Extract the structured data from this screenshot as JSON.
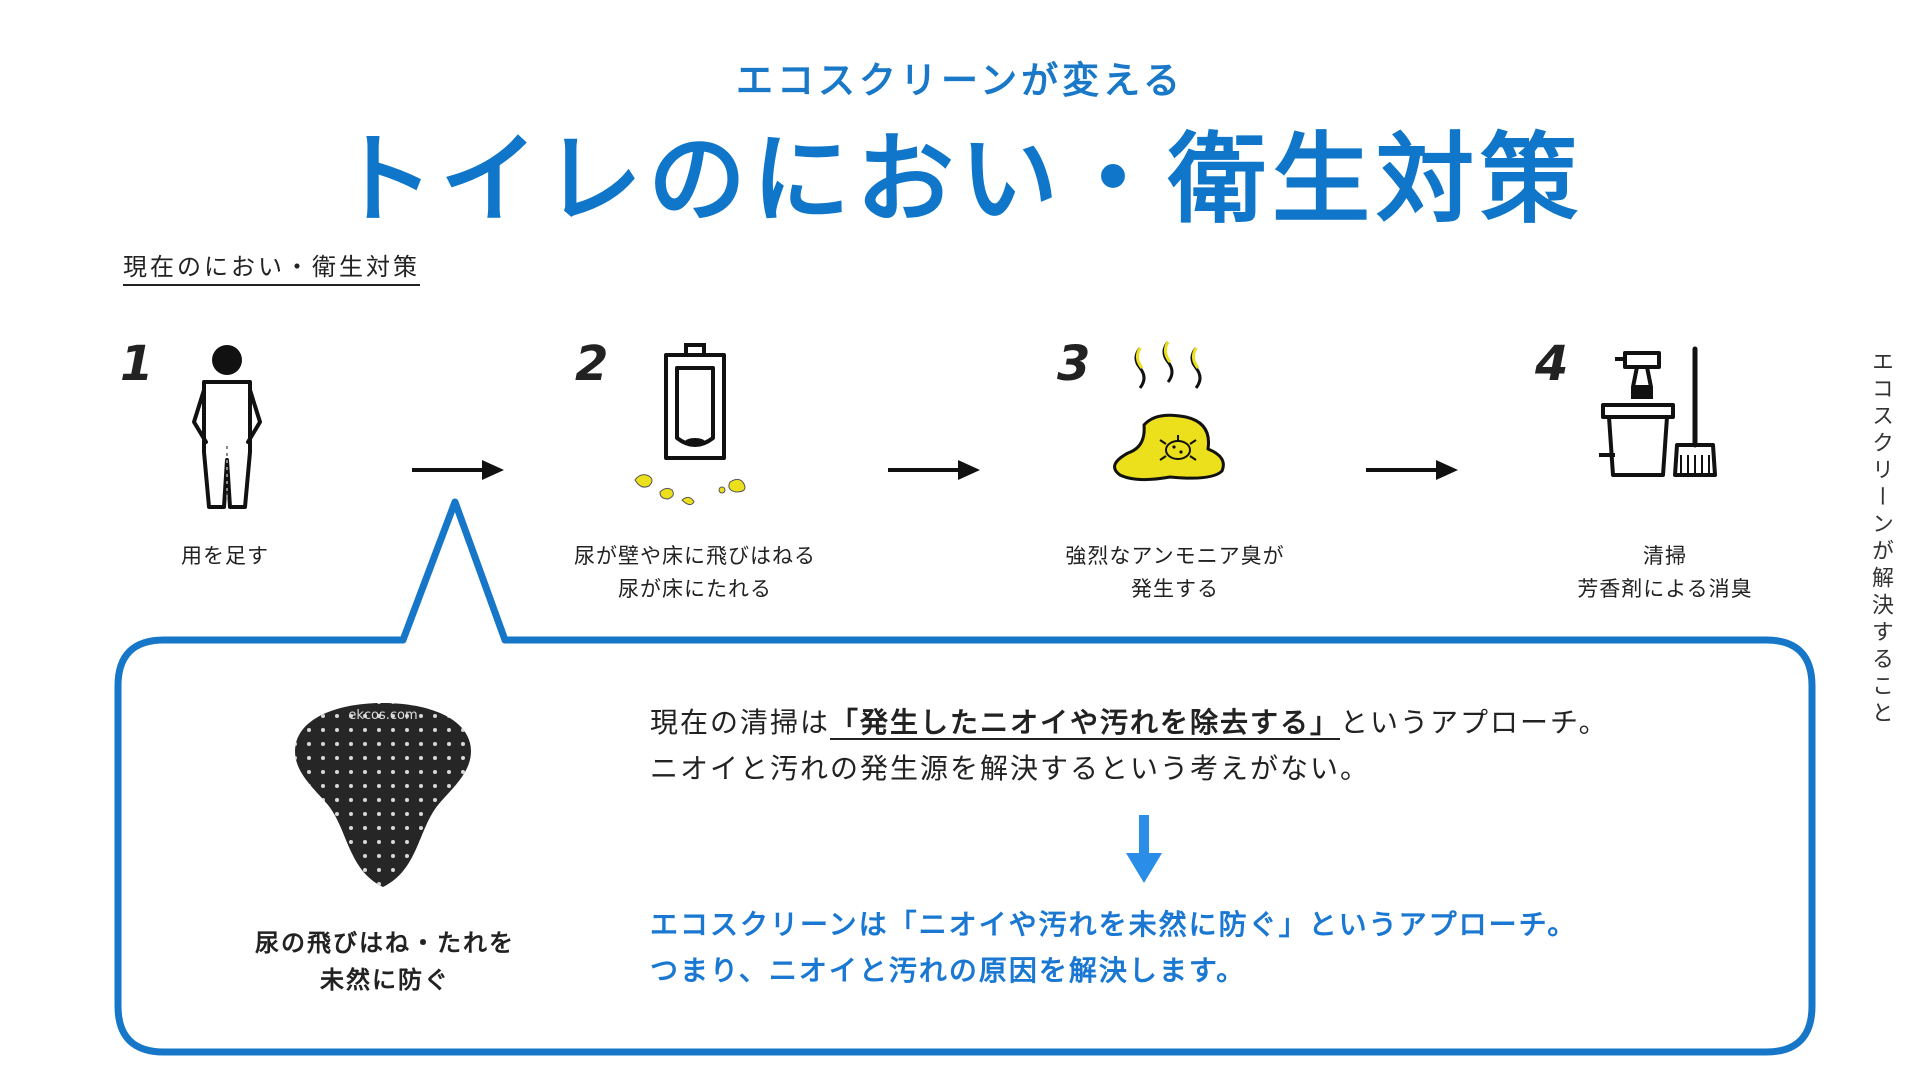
{
  "header": {
    "subtitle": "エコスクリーンが変える",
    "title": "トイレのにおい・衛生対策"
  },
  "section_label": "現在のにおい・衛生対策",
  "steps": [
    {
      "num": "1",
      "icon": "man-urinating-icon",
      "caption_lines": [
        "用を足す"
      ]
    },
    {
      "num": "2",
      "icon": "urinal-splash-icon",
      "caption_lines": [
        "尿が壁や床に飛びはねる",
        "尿が床にたれる"
      ]
    },
    {
      "num": "3",
      "icon": "odor-puddle-icon",
      "caption_lines": [
        "強烈なアンモニア臭が",
        "発生する"
      ]
    },
    {
      "num": "4",
      "icon": "cleaning-supplies-icon",
      "caption_lines": [
        "清掃",
        "芳香剤による消臭"
      ]
    }
  ],
  "side_note": "エコスクリーンが解決すること",
  "callout": {
    "product_brand": "ekcos.com",
    "product_caption_lines": [
      "尿の飛びはね・たれを",
      "未然に防ぐ"
    ],
    "current_line1_pre": "現在の清掃は",
    "current_line1_emph": "「発生したニオイや汚れを除去する」",
    "current_line1_post": "というアプローチ。",
    "current_line2": "ニオイと汚れの発生源を解決するという考えがない。",
    "solution_line1": "エコスクリーンは「ニオイや汚れを未然に防ぐ」というアプローチ。",
    "solution_line2": "つまり、ニオイと汚れの原因を解決します。"
  },
  "colors": {
    "brand_blue": "#0f76c9",
    "callout_border": "#1677c9",
    "down_arrow": "#2a8ee8",
    "odor_yellow": "#ecdf1c"
  }
}
